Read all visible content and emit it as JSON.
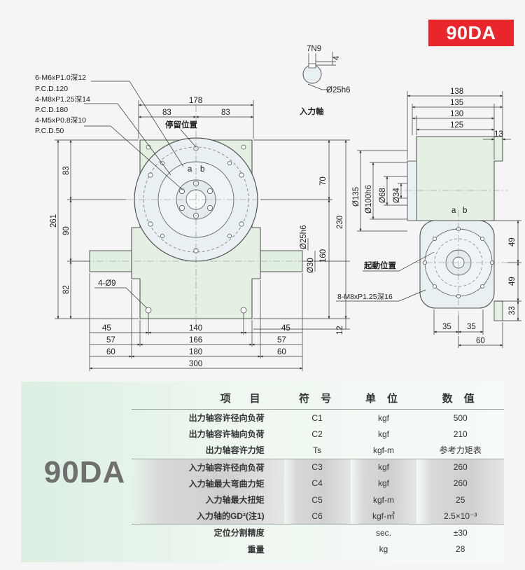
{
  "badge": "90DA",
  "drawing": {
    "front_dims": {
      "top_178": "178",
      "top_83_left": "83",
      "top_83_right": "83",
      "left_261": "261",
      "left_83": "83",
      "left_90": "90",
      "left_82": "82",
      "right_70": "70",
      "right_230": "230",
      "right_160": "160",
      "right_12": "12",
      "bottom_140": "140",
      "bottom_166": "166",
      "bottom_180": "180",
      "bottom_300": "300",
      "bottom_45_left": "45",
      "bottom_57_left": "57",
      "bottom_60_left": "60",
      "bottom_45_right": "45",
      "bottom_57_right": "57",
      "bottom_60_right": "60",
      "shaft_25h6": "Ø25h6",
      "shaft_30": "Ø30",
      "holes_4_9": "4-Ø9"
    },
    "notes": [
      "6-M6xP1.0深12",
      "P.C.D.120",
      "4-M8xP1.25深14",
      "P.C.D.180",
      "4-M5xP0.8深10",
      "P.C.D.50"
    ],
    "labels": {
      "stop_position": "停留位置",
      "a": "a",
      "b": "b",
      "input_shaft": "入力軸",
      "start_position": "起動位置",
      "tapped_holes": "8-M8xP1.25深16"
    },
    "shaft_detail": {
      "key": "7N9",
      "depth": "4",
      "dia": "Ø25h6"
    },
    "side_dims": {
      "top_138": "138",
      "top_135": "135",
      "top_130": "130",
      "top_125": "125",
      "top_13": "13",
      "dia_135": "Ø135",
      "dia_100": "Ø100h6",
      "dia_68": "Ø68",
      "dia_34": "Ø34",
      "right_49_top": "49",
      "right_49_bottom": "49",
      "right_33": "33",
      "bottom_35_left": "35",
      "bottom_35_right": "35",
      "bottom_60": "60"
    }
  },
  "spec": {
    "model": "90DA",
    "headers": [
      "项　目",
      "符 号",
      "单 位",
      "数 值"
    ],
    "rows": [
      {
        "item": "出力轴容许径向负荷",
        "symbol": "C1",
        "unit": "kgf",
        "value": "500"
      },
      {
        "item": "出力轴容许轴向负荷",
        "symbol": "C2",
        "unit": "kgf",
        "value": "210"
      },
      {
        "item": "出力轴容许力矩",
        "symbol": "Ts",
        "unit": "kgf-m",
        "value": "参考力矩表"
      },
      {
        "item": "入力轴容许径向负荷",
        "symbol": "C3",
        "unit": "kgf",
        "value": "260"
      },
      {
        "item": "入力轴最大弯曲力矩",
        "symbol": "C4",
        "unit": "kgf",
        "value": "260"
      },
      {
        "item": "入力轴最大扭矩",
        "symbol": "C5",
        "unit": "kgf-m",
        "value": "25"
      },
      {
        "item": "入力轴的GD²(注1)",
        "symbol": "C6",
        "unit": "kgf-㎡",
        "value": "2.5×10⁻³"
      },
      {
        "item": "定位分割精度",
        "symbol": "",
        "unit": "sec.",
        "value": "±30"
      },
      {
        "item": "重量",
        "symbol": "",
        "unit": "kg",
        "value": "28"
      }
    ]
  }
}
